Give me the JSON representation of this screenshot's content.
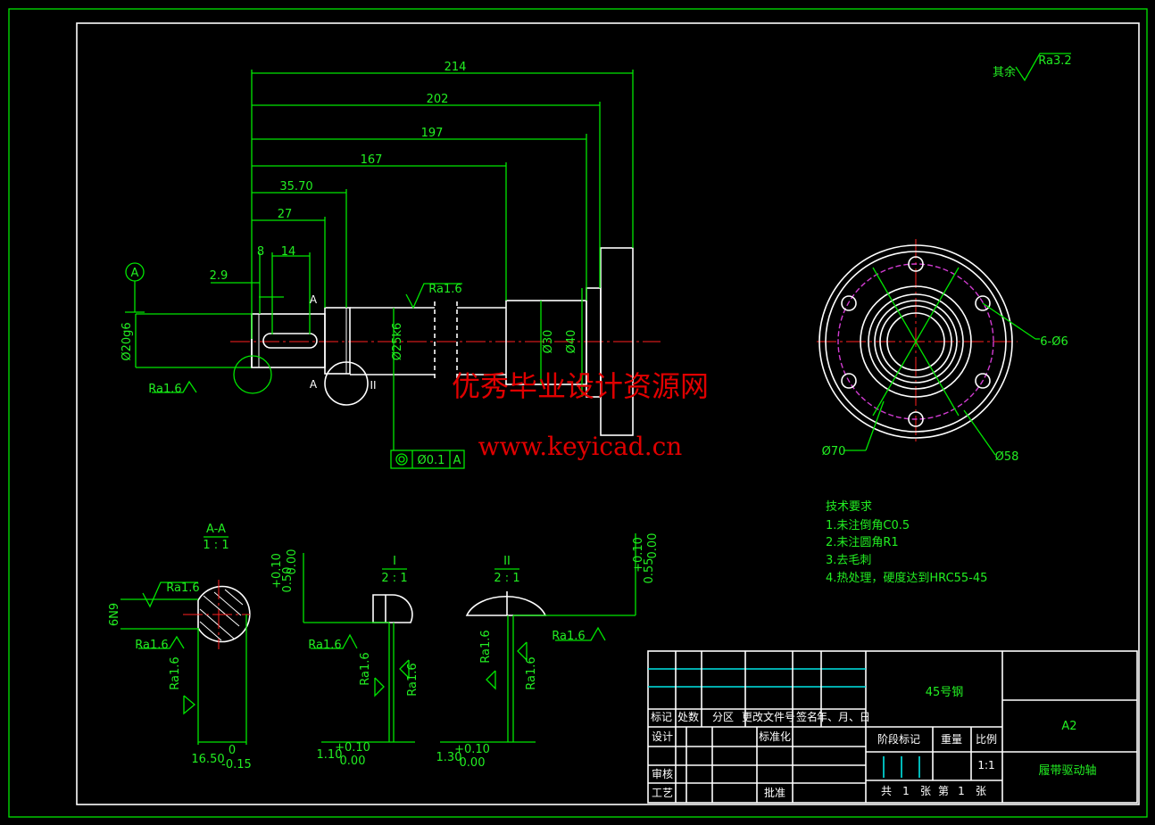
{
  "dimensions": {
    "d214": "214",
    "d202": "202",
    "d197": "197",
    "d167": "167",
    "d35_70": "35.70",
    "d27": "27",
    "d14": "14",
    "d8": "8",
    "d2_9": "2.9",
    "phi20g6": "Ø20g6",
    "phi25k6": "Ø25k6",
    "phi30": "Ø30",
    "phi40": "Ø40",
    "phi70": "Ø70",
    "phi58": "Ø58",
    "holes": "6-Ø6"
  },
  "roughness": {
    "ra32": "Ra3.2",
    "rest": "其余",
    "ra16": "Ra1.6"
  },
  "labels": {
    "datum_a": "A",
    "section_a": "A",
    "detail_ii": "II",
    "tolerance_value": "Ø0.1",
    "tolerance_datum": "A"
  },
  "sections": {
    "aa_title": "A-A",
    "aa_scale": "1 : 1",
    "i_title": "I",
    "i_scale": "2 : 1",
    "ii_title": "II",
    "ii_scale": "2 : 1",
    "key_width": "6N9",
    "d16_50": "16.50",
    "d16_upper": "0",
    "d16_lower": "-0.15",
    "d050": "0.50",
    "d050_upper": "+0.10",
    "d050_lower": "0.00",
    "d055": "0.55",
    "d055_upper": "+0.10",
    "d055_lower": "0.00",
    "d110": "1.10",
    "d110_upper": "+0.10",
    "d110_lower": "0.00",
    "d130": "1.30",
    "d130_upper": "+0.10",
    "d130_lower": "0.00"
  },
  "watermark": {
    "line1": "优秀毕业设计资源网",
    "line2": "www.keyicad.cn"
  },
  "tech_requirements": {
    "title": "技术要求",
    "items": [
      "1.未注倒角C0.5",
      "2.未注圆角R1",
      "3.去毛刺",
      "4.热处理，硬度达到HRC55-45"
    ]
  },
  "title_block": {
    "material": "45号钢",
    "size": "A2",
    "part_name": "履带驱动轴",
    "header_cells": [
      "标记",
      "处数",
      "分区",
      "更改文件号",
      "签名",
      "年、月、日"
    ],
    "design": "设计",
    "standardize": "标准化",
    "stage_mark": "阶段标记",
    "weight": "重量",
    "scale_label": "比例",
    "scale_value": "1:1",
    "review": "审核",
    "process": "工艺",
    "approve": "批准",
    "total": "共",
    "total_n": "1",
    "sheets": "张",
    "page": "第",
    "page_n": "1",
    "sheets2": "张"
  },
  "colors": {
    "line": "#00e600",
    "outline": "#ffffff",
    "center": "#ff2020",
    "pitch_circle": "#d23cd2",
    "watermark": "#e00000",
    "background": "#000000"
  }
}
